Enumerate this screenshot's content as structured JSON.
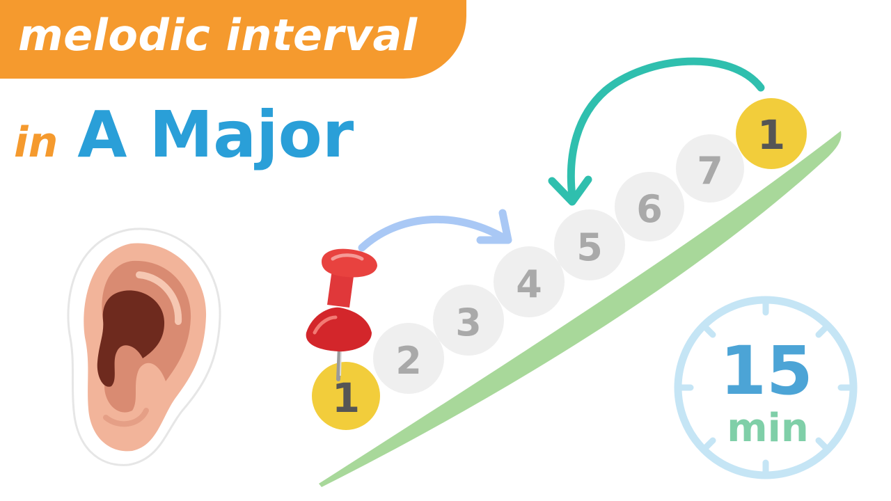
{
  "title": {
    "banner_text": "melodic interval",
    "prefix": "in",
    "key": "A Major"
  },
  "degrees": [
    "1",
    "2",
    "3",
    "4",
    "5",
    "6",
    "7",
    "1"
  ],
  "timer": {
    "value": "15",
    "unit": "min"
  },
  "colors": {
    "banner": "#f59a2e",
    "key_text": "#2a9fd8",
    "tonic_circle": "#f2cd3b",
    "degree_circle": "#efefef",
    "degree_text": "#a9a9a9",
    "staircase": "#a8d89a",
    "arrow_up": "#a9c8f5",
    "arrow_down": "#2fbfae",
    "timer_ring": "#c5e5f5",
    "timer_value": "#4ca4d6",
    "timer_unit": "#7fcfa8"
  },
  "icons": {
    "ear": "ear-icon",
    "pin": "pushpin-icon",
    "timer": "stopwatch-icon"
  }
}
